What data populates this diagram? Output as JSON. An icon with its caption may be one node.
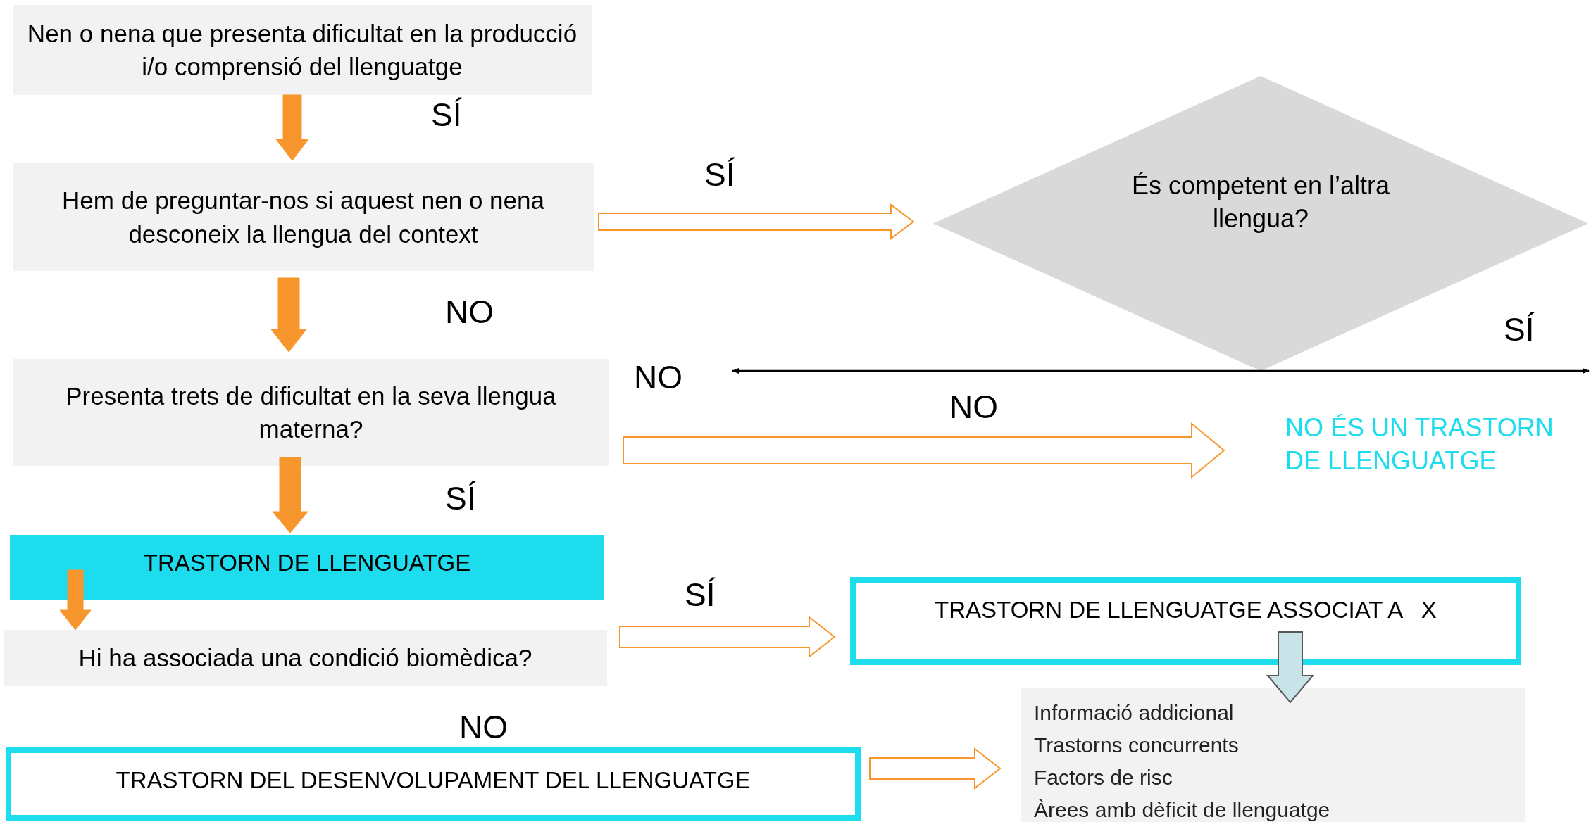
{
  "diagram": {
    "nodes": [
      {
        "text": [
          "Nen o nena que presenta dificultat en la producció i/o comprensió del llenguatge"
        ]
      },
      {
        "text": [
          "Hem de preguntar-nos si aquest nen o nena desconeix la llengua del context"
        ]
      },
      {
        "text": [
          "És competent en l’altra llengua?"
        ]
      },
      {
        "text": [
          "Presenta trets de dificultat en la seva llengua materna?"
        ]
      },
      {
        "text": [
          "TRASTORN DE LLENGUATGE"
        ]
      },
      {
        "text": [
          "Hi ha associada una condició biomèdica?"
        ]
      },
      {
        "text": [
          "TRASTORN DE LLENGUATGE ASSOCIAT A   X"
        ]
      },
      {
        "text": [
          "NO ÉS UN TRASTORN DE LLENGUATGE"
        ]
      },
      {
        "text": [
          "TRASTORN DEL DESENVOLUPAMENT DEL LLENGUATGE"
        ]
      },
      {
        "text": [
          "Informació addicional",
          "Trastorns concurrents",
          "Factors de risc",
          "Àrees amb dèficit de llenguatge"
        ]
      }
    ],
    "edges": [
      {
        "from": 0,
        "to": 1,
        "arrow": "to",
        "label": "SÍ",
        "style": "thick"
      },
      {
        "from": 1,
        "to": 2,
        "arrow": "to",
        "label": "SÍ"
      },
      {
        "from": 1,
        "to": 3,
        "arrow": "to",
        "label": "NO",
        "style": "thick"
      },
      {
        "from": 2,
        "to": null,
        "arrow": "to",
        "label": "NO",
        "color": "#000000"
      },
      {
        "from": 2,
        "to": null,
        "arrow": "to",
        "label": "SÍ",
        "color": "#000000"
      },
      {
        "from": 3,
        "to": 7,
        "arrow": "to",
        "label": "NO"
      },
      {
        "from": 3,
        "to": 4,
        "arrow": "to",
        "label": "SÍ",
        "style": "thick"
      },
      {
        "from": 4,
        "to": 5,
        "arrow": "to",
        "style": "thick"
      },
      {
        "from": 5,
        "to": 6,
        "arrow": "to",
        "label": "SÍ"
      },
      {
        "from": 6,
        "to": 9,
        "arrow": "to",
        "color": "#c8e4e8"
      },
      {
        "from": 8,
        "to": 9,
        "arrow": "to"
      }
    ],
    "labels": [
      "NO"
    ]
  }
}
